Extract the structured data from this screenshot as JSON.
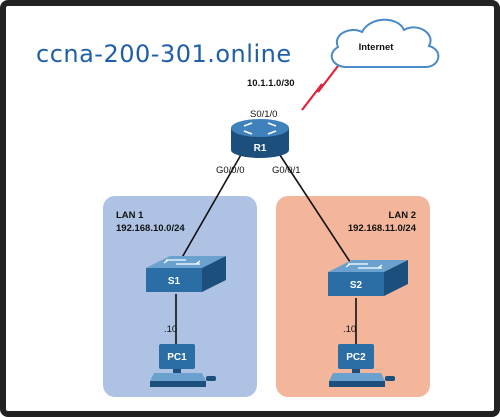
{
  "watermark": "ccna-200-301.online",
  "cloud": {
    "label": "Internet",
    "icon": "cloud-icon"
  },
  "wan": {
    "network": "10.1.1.0/30",
    "interface": "S0/1/0",
    "link_icon": "serial-link-icon"
  },
  "router": {
    "name": "R1",
    "icon": "router-icon",
    "interfaces": {
      "left": "G0/0/0",
      "right": "G0/0/1"
    }
  },
  "lan1": {
    "name": "LAN 1",
    "network": "192.168.10.0/24",
    "color": "#aec3e4",
    "switch": "S1",
    "host": "PC1",
    "host_ip": ".10"
  },
  "lan2": {
    "name": "LAN 2",
    "network": "192.168.11.0/24",
    "color": "#f3b69b",
    "switch": "S2",
    "host": "PC2",
    "host_ip": ".10"
  },
  "colors": {
    "device": "#2b6ea6",
    "device_dark": "#1d4f7c",
    "device_light": "#6aa1cf",
    "link": "#111111",
    "serial": "#e0243a"
  }
}
